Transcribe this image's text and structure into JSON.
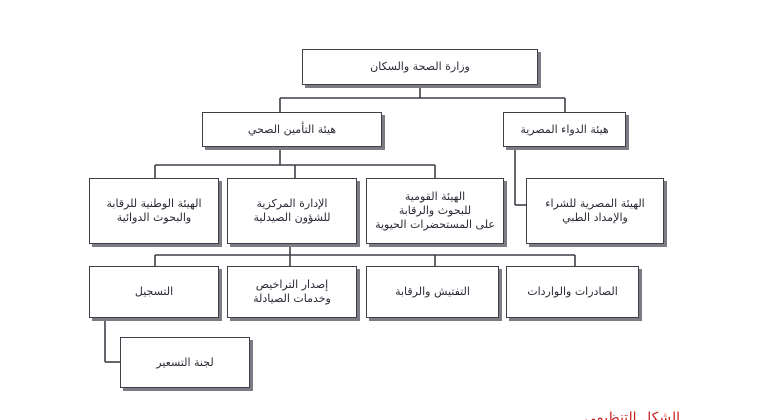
{
  "nodes": {
    "ministry": "وزارة الصحة والسكان",
    "drug_authority": "هيئة الدواء المصرية",
    "insurance_authority": "هيئة التأمين الصحي",
    "procurement_authority": "الهيئة المصرية للشراء\nوالإمداد الطبي",
    "national_authority": "الهيئة القومية\nللبحوث والرقابة\nعلى المستحضرات الحيوية",
    "central_admin": "الإدارة المركزية\nللشؤون الصيدلية",
    "national_control": "الهيئة الوطنية للرقابة\nوالبحوث الدوائية",
    "imports_exports": "الصادرات والواردات",
    "inspection": "التفتيش والرقابة",
    "licensing": "إصدار التراخيص\nوخدمات الصيادلة",
    "registration": "التسجيل",
    "pricing": "لجنة التسعير"
  },
  "footer_fragment": "الشكل التنظيمي"
}
